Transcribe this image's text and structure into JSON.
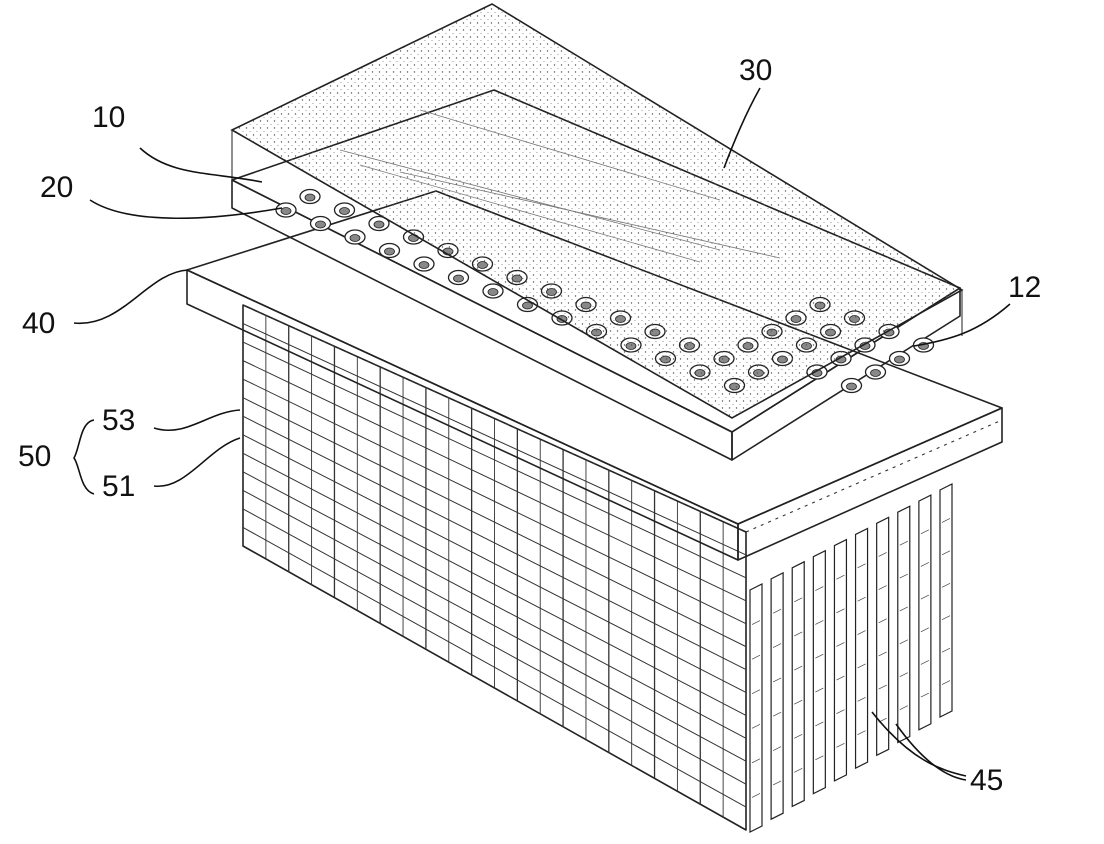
{
  "labels": {
    "l30": "30",
    "l10": "10",
    "l20": "20",
    "l12": "12",
    "l40": "40",
    "l53": "53",
    "l51": "51",
    "l50": "50",
    "l45": "45"
  },
  "colors": {
    "line": "#222222",
    "paper": "#ffffff",
    "stipple": "#555555"
  }
}
